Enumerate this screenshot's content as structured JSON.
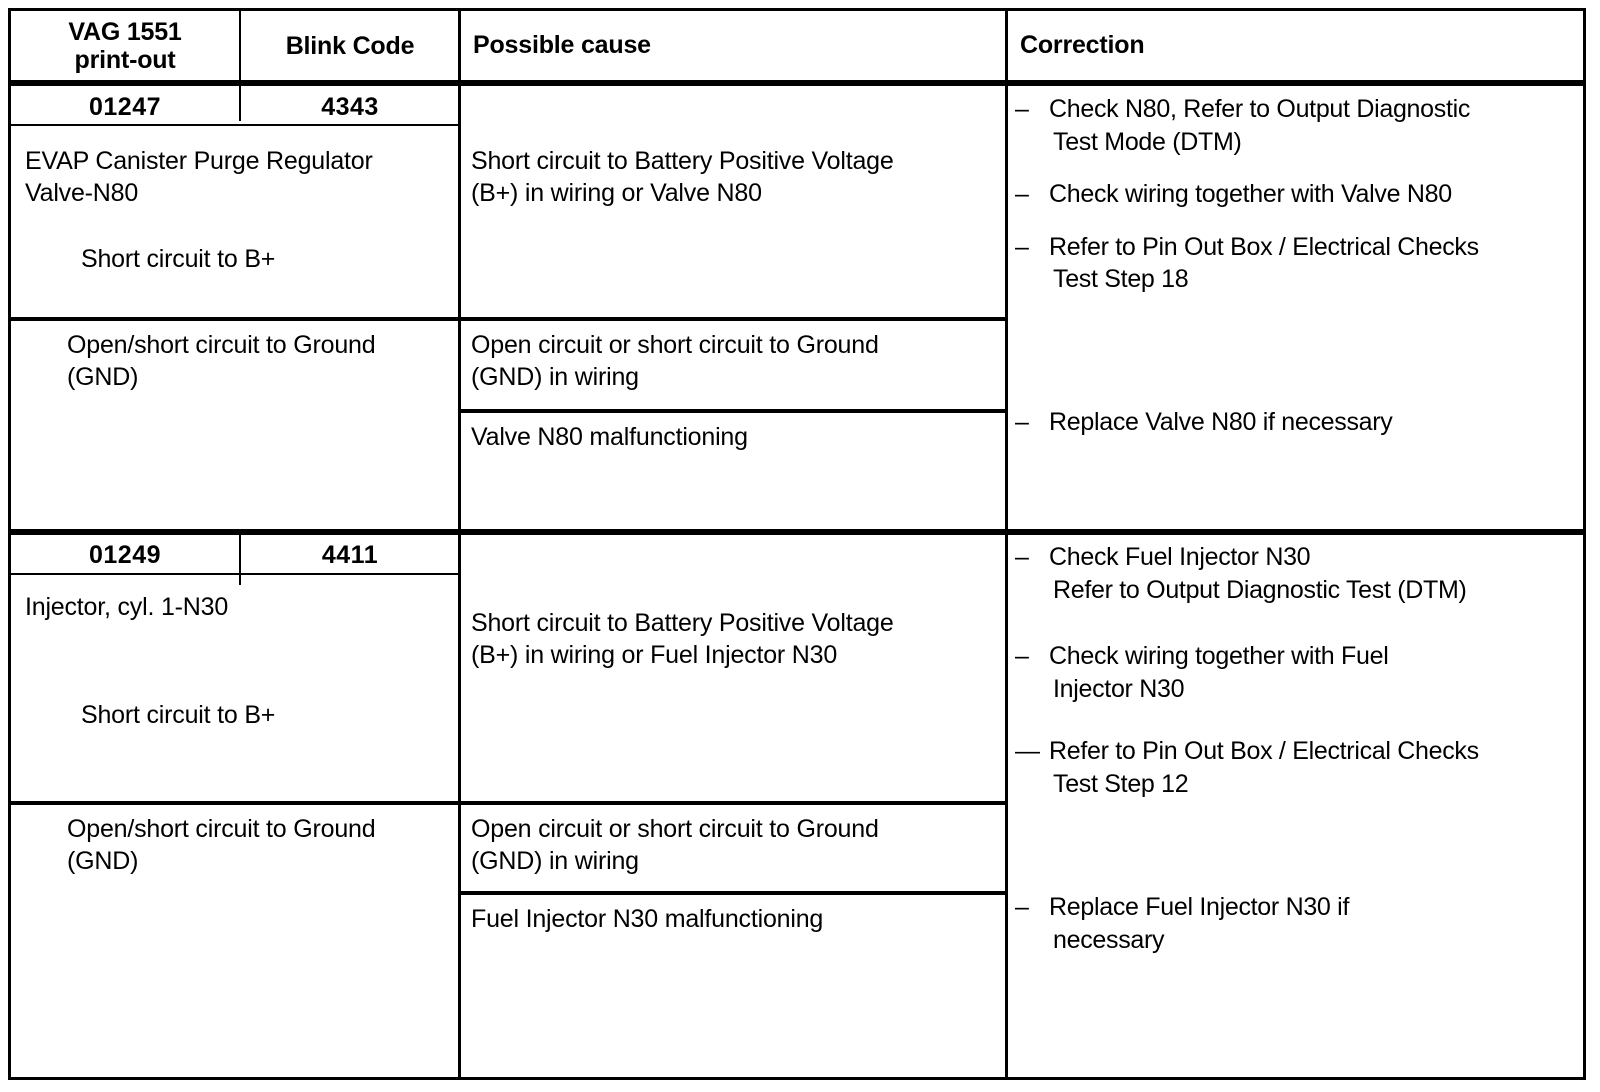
{
  "table": {
    "columns": [
      {
        "id": "vag-printout",
        "label_line1": "VAG 1551",
        "label_line2": "print-out"
      },
      {
        "id": "blink-code",
        "label_line1": "Blink Code",
        "label_line2": ""
      },
      {
        "id": "possible-cause",
        "label_line1": "Possible cause",
        "label_line2": ""
      },
      {
        "id": "correction",
        "label_line1": "Correction",
        "label_line2": ""
      }
    ],
    "blocks": [
      {
        "printout_code": "01247",
        "blink_code": "4343",
        "component_line1": "EVAP Canister Purge Regulator",
        "component_line2": "Valve-N80",
        "fault_a": "Short circuit to B+",
        "fault_b_line1": "Open/short circuit to Ground",
        "fault_b_line2": "(GND)",
        "cause_a_line1": "Short circuit to Battery Positive Voltage",
        "cause_a_line2": "(B+) in wiring or Valve N80",
        "cause_b_line1": "Open circuit or short circuit to Ground",
        "cause_b_line2": "(GND) in wiring",
        "cause_c": "Valve N80 malfunctioning",
        "corrections_a": [
          {
            "dash": "–",
            "text": "Check N80,  Refer to Output  Diagnostic",
            "sub": "Test Mode (DTM)"
          },
          {
            "dash": "–",
            "text": "Check wiring together with Valve N80",
            "sub": ""
          },
          {
            "dash": "–",
            "text": " Refer to Pin Out Box / Electrical Checks",
            "sub": "Test Step 18"
          }
        ],
        "corrections_b": [
          {
            "dash": "–",
            "text": "Replace Valve N80 if necessary",
            "sub": ""
          }
        ]
      },
      {
        "printout_code": "01249",
        "blink_code": "4411",
        "component_line1": "Injector, cyl. 1-N30",
        "component_line2": "",
        "fault_a": "Short circuit to B+",
        "fault_b_line1": "Open/short circuit to Ground",
        "fault_b_line2": "(GND)",
        "cause_a_line1": "Short circuit to Battery Positive Voltage",
        "cause_a_line2": "(B+) in wiring or Fuel Injector N30",
        "cause_b_line1": "Open circuit or short circuit to Ground",
        "cause_b_line2": "(GND) in wiring",
        "cause_c": "Fuel Injector N30 malfunctioning",
        "corrections_a": [
          {
            "dash": "–",
            "text": "Check Fuel Injector N30",
            "sub": " Refer to Output Diagnostic Test (DTM)"
          },
          {
            "dash": "–",
            "text": "Check wiring together with Fuel",
            "sub": "Injector N30"
          },
          {
            "dash": "—",
            "text": " Refer to Pin Out Box / Electrical Checks",
            "sub": "Test Step 12"
          }
        ],
        "corrections_b": [
          {
            "dash": "–",
            "text": "Replace Fuel Injector N30 if",
            "sub": "necessary"
          }
        ]
      }
    ]
  },
  "colors": {
    "ink": "#000000",
    "paper": "#ffffff"
  }
}
